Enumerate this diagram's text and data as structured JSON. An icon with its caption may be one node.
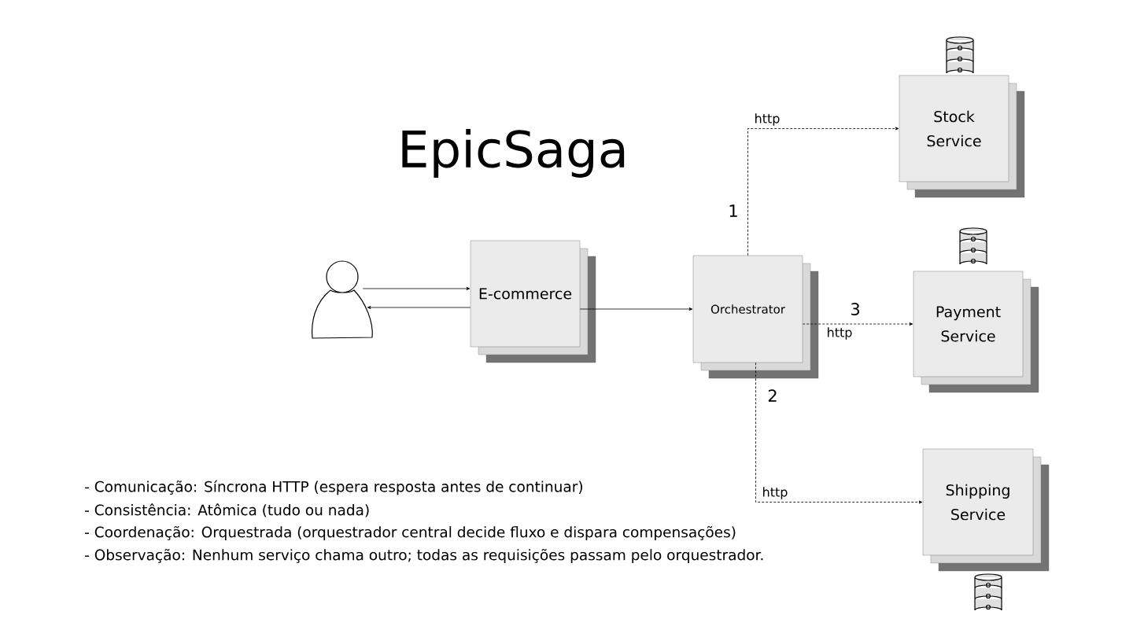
{
  "diagram": {
    "title": "EpicSaga",
    "nodes": [
      {
        "text": [],
        "shape": "person"
      },
      {
        "text": [
          "E-commerce"
        ]
      },
      {
        "text": [
          "Orchestrator"
        ]
      },
      {
        "text": [
          "Stock Service"
        ]
      },
      {
        "text": [
          "Payment Service"
        ]
      },
      {
        "text": [
          "Shipping Service"
        ]
      }
    ],
    "edges": [
      {
        "from": 0,
        "to": 1,
        "arrow": "to"
      },
      {
        "from": 1,
        "to": 0,
        "arrow": "to"
      },
      {
        "from": 1,
        "to": 2,
        "arrow": "to"
      },
      {
        "from": 2,
        "to": 3,
        "arrow": "to",
        "style": "dashed",
        "label": "http"
      },
      {
        "from": 2,
        "to": 4,
        "arrow": "to",
        "style": "dashed",
        "label": "http"
      },
      {
        "from": 2,
        "to": 5,
        "arrow": "to",
        "style": "dashed",
        "label": "http"
      }
    ],
    "labels": [
      "1",
      "3",
      "2",
      "- Comunicação: Síncrona HTTP (espera resposta antes de continuar)",
      "- Consistência: Atômica (tudo ou nada)",
      "- Coordenação: Orquestrada (orquestrador central decide fluxo e dispara compensações)",
      "- Observação: Nenhum serviço chama outro; todas as requisições passam pelo orquestrador."
    ]
  }
}
